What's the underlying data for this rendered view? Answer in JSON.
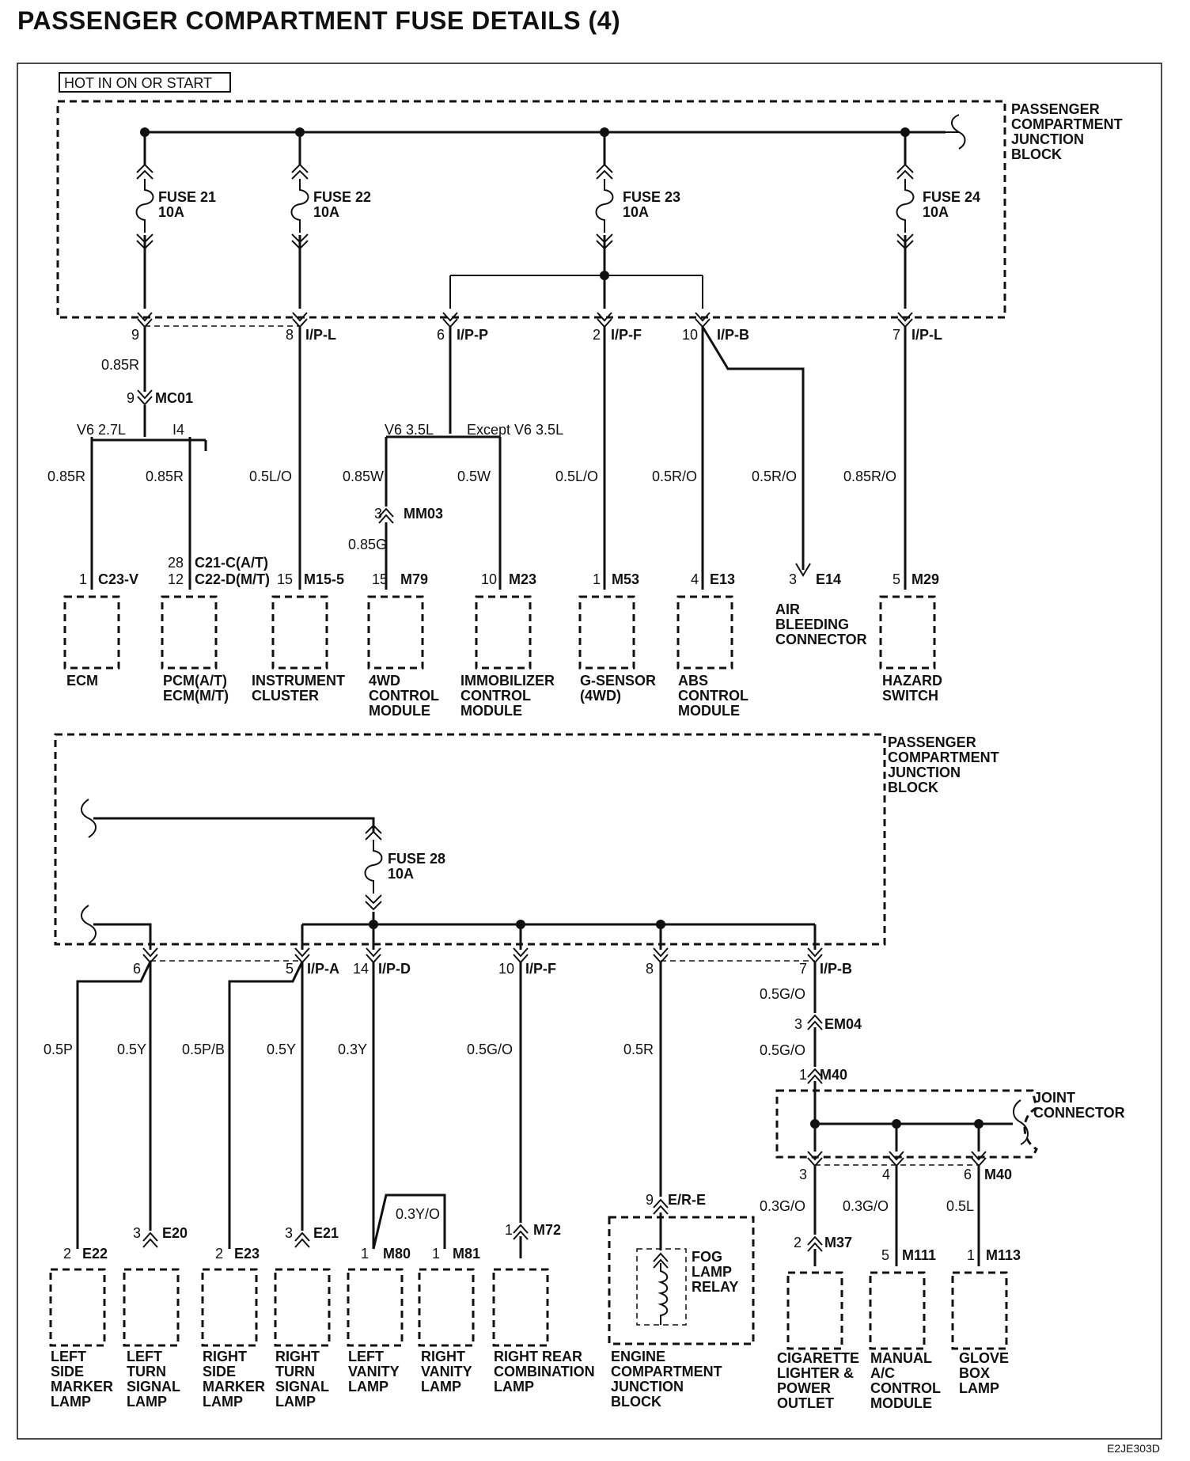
{
  "title": "PASSENGER COMPARTMENT FUSE DETAILS (4)",
  "hot_label": "HOT IN ON OR START",
  "jb_label_lines": [
    "PASSENGER",
    "COMPARTMENT",
    "JUNCTION",
    "BLOCK"
  ],
  "top": {
    "fuses": [
      {
        "name": "FUSE 21",
        "rating": "10A"
      },
      {
        "name": "FUSE 22",
        "rating": "10A"
      },
      {
        "name": "FUSE 23",
        "rating": "10A"
      },
      {
        "name": "FUSE 24",
        "rating": "10A"
      }
    ],
    "jb_pins": [
      {
        "pin": "9",
        "conn": ""
      },
      {
        "pin": "8",
        "conn": "I/P-L"
      },
      {
        "pin": "6",
        "conn": "I/P-P"
      },
      {
        "pin": "2",
        "conn": "I/P-F"
      },
      {
        "pin": "10",
        "conn": "I/P-B"
      },
      {
        "pin": "7",
        "conn": "I/P-L"
      }
    ],
    "mc01": {
      "wire": "0.85R",
      "pin": "9",
      "conn": "MC01",
      "left": "V6 2.7L",
      "right": "I4"
    },
    "branch_4wd": {
      "left": "V6 3.5L",
      "right": "Except V6 3.5L"
    },
    "mm03": {
      "pin": "3",
      "conn": "MM03",
      "wire_after": "0.85G"
    },
    "wires": [
      "0.85R",
      "0.85R",
      "0.5L/O",
      "0.85W",
      "0.5W",
      "0.5L/O",
      "0.5R/O",
      "0.5R/O",
      "0.85R/O"
    ],
    "pcm_conn": {
      "pins": [
        "28",
        "12"
      ],
      "names": [
        "C21-C(A/T)",
        "C22-D(M/T)"
      ]
    },
    "components": [
      {
        "pin": "1",
        "conn": "C23-V",
        "lines": [
          "ECM"
        ]
      },
      {
        "pin": "",
        "conn": "",
        "lines": [
          "PCM(A/T)",
          "ECM(M/T)"
        ]
      },
      {
        "pin": "15",
        "conn": "M15-5",
        "lines": [
          "INSTRUMENT",
          "CLUSTER"
        ]
      },
      {
        "pin": "15",
        "conn": "M79",
        "lines": [
          "4WD",
          "CONTROL",
          "MODULE"
        ]
      },
      {
        "pin": "10",
        "conn": "M23",
        "lines": [
          "IMMOBILIZER",
          "CONTROL",
          "MODULE"
        ]
      },
      {
        "pin": "1",
        "conn": "M53",
        "lines": [
          "G-SENSOR",
          "(4WD)"
        ]
      },
      {
        "pin": "4",
        "conn": "E13",
        "lines": [
          "ABS",
          "CONTROL",
          "MODULE"
        ]
      },
      {
        "pin": "3",
        "conn": "E14",
        "lines": [
          "AIR",
          "BLEEDING",
          "CONNECTOR"
        ]
      },
      {
        "pin": "5",
        "conn": "M29",
        "lines": [
          "HAZARD",
          "SWITCH"
        ]
      }
    ]
  },
  "bottom": {
    "fuse": {
      "name": "FUSE 28",
      "rating": "10A"
    },
    "jb_pins": [
      {
        "pin": "6",
        "conn": ""
      },
      {
        "pin": "5",
        "conn": "I/P-A"
      },
      {
        "pin": "14",
        "conn": "I/P-D"
      },
      {
        "pin": "10",
        "conn": "I/P-F"
      },
      {
        "pin": "8",
        "conn": ""
      },
      {
        "pin": "7",
        "conn": "I/P-B"
      }
    ],
    "wires": [
      "0.5P",
      "0.5Y",
      "0.5P/B",
      "0.5Y",
      "0.3Y",
      "0.5G/O",
      "0.5R"
    ],
    "em04": {
      "wire_before": "0.5G/O",
      "pin": "3",
      "conn": "EM04",
      "wire_after": "0.5G/O"
    },
    "m40_in": {
      "pin": "1",
      "conn": "M40"
    },
    "joint_label_lines": [
      "JOINT",
      "CONNECTOR"
    ],
    "joint_pins": [
      {
        "pin": "3",
        "wire": "0.3G/O"
      },
      {
        "pin": "4",
        "wire": "0.3G/O"
      },
      {
        "pin": "6",
        "wire": "0.5L",
        "conn": "M40"
      }
    ],
    "vanity_jumper_wire": "0.3Y/O",
    "erjb": {
      "pin": "9",
      "conn": "E/R-E",
      "relay_lines": [
        "FOG",
        "LAMP",
        "RELAY"
      ]
    },
    "components": [
      {
        "pin": "2",
        "conn": "E22",
        "lines": [
          "LEFT",
          "SIDE",
          "MARKER",
          "LAMP"
        ]
      },
      {
        "pin": "3",
        "conn": "E20",
        "lines": [
          "LEFT",
          "TURN",
          "SIGNAL",
          "LAMP"
        ]
      },
      {
        "pin": "2",
        "conn": "E23",
        "lines": [
          "RIGHT",
          "SIDE",
          "MARKER",
          "LAMP"
        ]
      },
      {
        "pin": "3",
        "conn": "E21",
        "lines": [
          "RIGHT",
          "TURN",
          "SIGNAL",
          "LAMP"
        ]
      },
      {
        "pin": "1",
        "conn": "M80",
        "lines": [
          "LEFT",
          "VANITY",
          "LAMP"
        ]
      },
      {
        "pin": "1",
        "conn": "M81",
        "lines": [
          "RIGHT",
          "VANITY",
          "LAMP"
        ]
      },
      {
        "pin": "1",
        "conn": "M72",
        "lines": [
          "RIGHT REAR",
          "COMBINATION",
          "LAMP"
        ]
      },
      {
        "pin": "",
        "conn": "",
        "lines": [
          "ENGINE",
          "COMPARTMENT",
          "JUNCTION",
          "BLOCK"
        ]
      },
      {
        "pin": "2",
        "conn": "M37",
        "lines": [
          "CIGARETTE",
          "LIGHTER &",
          "POWER",
          "OUTLET"
        ]
      },
      {
        "pin": "5",
        "conn": "M111",
        "lines": [
          "MANUAL",
          "A/C",
          "CONTROL",
          "MODULE"
        ]
      },
      {
        "pin": "1",
        "conn": "M113",
        "lines": [
          "GLOVE",
          "BOX",
          "LAMP"
        ]
      }
    ]
  },
  "footer_code": "E2JE303D"
}
